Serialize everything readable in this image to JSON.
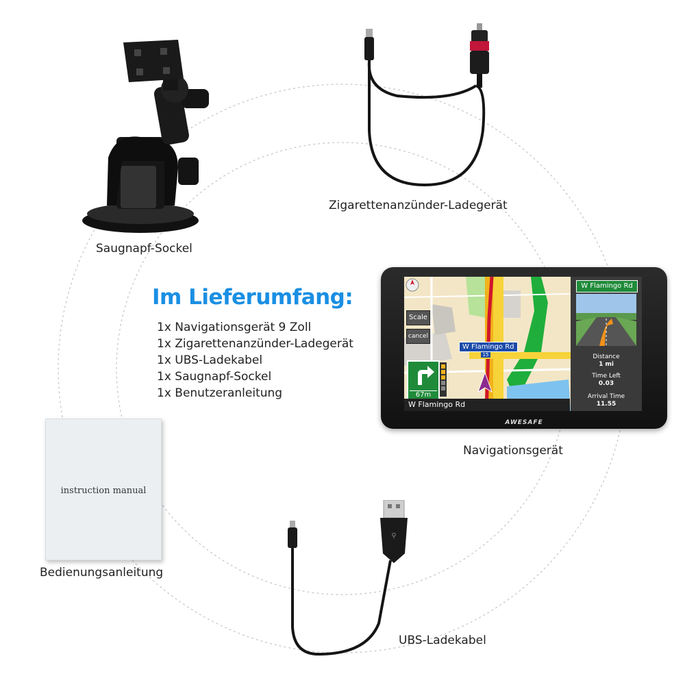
{
  "heading": "Im Lieferumfang:",
  "contents": [
    "1x Navigationsgerät 9 Zoll",
    "1x Zigarettenanzünder-Ladegerät",
    "1x UBS-Ladekabel",
    "1x Saugnapf-Sockel",
    "1x Benutzeranleitung"
  ],
  "captions": {
    "suction_mount": "Saugnapf-Sockel",
    "car_charger": "Zigarettenanzünder-Ladegerät",
    "navigation_device": "Navigationsgerät",
    "manual": "Bedienungsanleitung",
    "usb_cable": "UBS-Ladekabel"
  },
  "manual": {
    "title": "instruction manual"
  },
  "gps": {
    "brand": "AWESAFE",
    "buttons": {
      "scale": "Scale",
      "cancel": "cancel"
    },
    "street_top": "W Flamingo Rd",
    "street_bottom": "W Flamingo Rd",
    "turn_distance": "67m",
    "road_shield": "15",
    "panel_road": "W Flamingo Rd",
    "distance_label": "Distance",
    "distance_value": "1 mi",
    "time_left_label": "Time Left",
    "time_left_value": "0.03",
    "arrival_label": "Arrival Time",
    "arrival_value": "11.55"
  },
  "colors": {
    "heading": "#1a8fe3",
    "route": "#d0162b",
    "panel_green": "#1f8b3a"
  }
}
